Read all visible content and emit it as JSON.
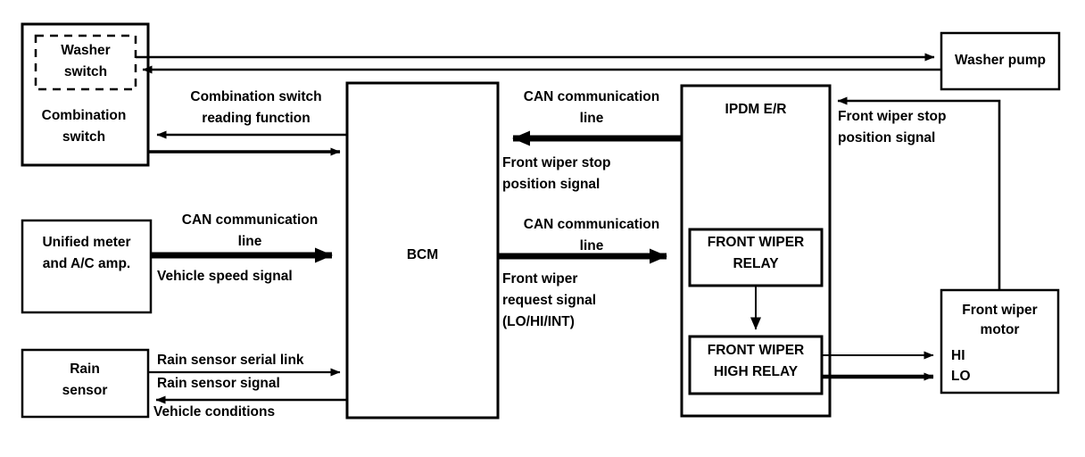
{
  "diagram": {
    "title": "Front wiper and washer system block diagram",
    "type": "block-diagram",
    "stroke_color": "#000000",
    "background_color": "#ffffff"
  },
  "blocks": {
    "combination_switch": {
      "label": "Combination\nswitch",
      "line1": "Combination",
      "line2": "switch"
    },
    "washer_switch": {
      "label": "Washer\nswitch",
      "line1": "Washer",
      "line2": "switch",
      "border": "dashed"
    },
    "unified_meter": {
      "label": "Unified meter\nand A/C amp.",
      "line1": "Unified meter",
      "line2": "and A/C amp."
    },
    "rain_sensor": {
      "label": "Rain\nsensor",
      "line1": "Rain",
      "line2": "sensor"
    },
    "bcm": {
      "label": "BCM"
    },
    "ipdm_er": {
      "label": "IPDM E/R"
    },
    "front_wiper_relay": {
      "label": "FRONT WIPER\nRELAY",
      "line1": "FRONT WIPER",
      "line2": "RELAY"
    },
    "front_wiper_high_relay": {
      "label": "FRONT WIPER\nHIGH RELAY",
      "line1": "FRONT WIPER",
      "line2": "HIGH RELAY"
    },
    "washer_pump": {
      "label": "Washer pump"
    },
    "front_wiper_motor": {
      "label": "Front wiper\nmotor",
      "line1": "Front wiper",
      "line2": "motor",
      "terminal_hi": "HI",
      "terminal_lo": "LO"
    }
  },
  "signal_labels": {
    "combination_switch_reading": {
      "line1": "Combination switch",
      "line2": "reading function"
    },
    "can_line_ipdm_to_bcm": {
      "line1": "CAN communication",
      "line2": "line"
    },
    "front_wiper_stop_position_left": {
      "line1": "Front wiper stop",
      "line2": "position signal"
    },
    "front_wiper_stop_position_right": {
      "line1": "Front wiper stop",
      "line2": "position signal"
    },
    "can_line_meter_to_bcm": {
      "line1": "CAN communication",
      "line2": "line"
    },
    "vehicle_speed_signal": {
      "text": "Vehicle speed signal"
    },
    "can_line_bcm_to_ipdm": {
      "line1": "CAN communication",
      "line2": "line"
    },
    "front_wiper_request_signal": {
      "line1": "Front wiper",
      "line2": "request signal",
      "line3": "(LO/HI/INT)"
    },
    "rain_sensor_serial_link": {
      "text": "Rain sensor serial link"
    },
    "rain_sensor_signal": {
      "text": "Rain sensor signal"
    },
    "vehicle_conditions": {
      "text": "Vehicle conditions"
    }
  }
}
